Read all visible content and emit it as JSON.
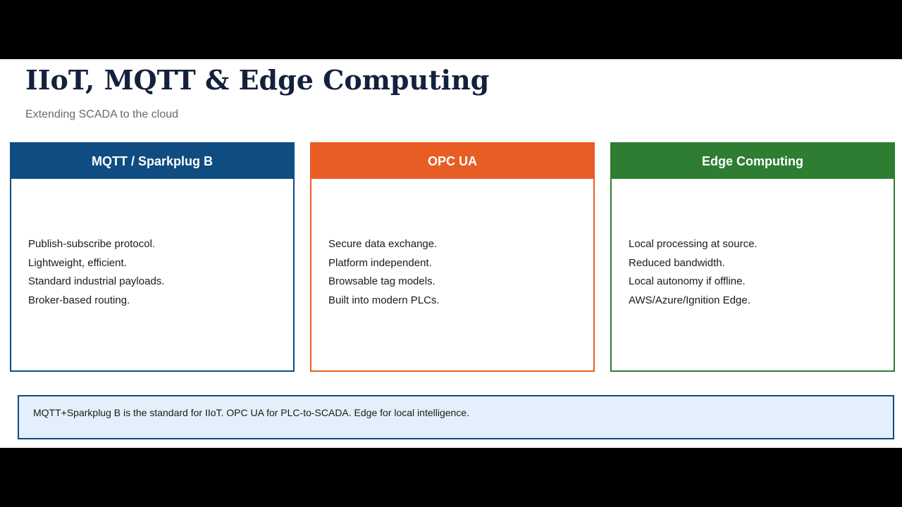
{
  "slide": {
    "title": "IIoT, MQTT & Edge Computing",
    "subtitle": "Extending SCADA to the cloud"
  },
  "cards": [
    {
      "title": "MQTT / Sparkplug B",
      "color": "#0f4c81",
      "items": [
        "Publish-subscribe protocol.",
        "Lightweight, efficient.",
        "Standard industrial payloads.",
        "Broker-based routing."
      ]
    },
    {
      "title": "OPC UA",
      "color": "#e85d24",
      "items": [
        "Secure data exchange.",
        "Platform independent.",
        "Browsable tag models.",
        "Built into modern PLCs."
      ]
    },
    {
      "title": "Edge Computing",
      "color": "#2e7d32",
      "items": [
        "Local processing at source.",
        "Reduced bandwidth.",
        "Local autonomy if offline.",
        "AWS/Azure/Ignition Edge."
      ]
    }
  ],
  "summary": {
    "text": "MQTT+Sparkplug B is the standard for IIoT. OPC UA for PLC-to-SCADA. Edge for local intelligence.",
    "border_color": "#0f4c81",
    "background": "#e3f0fb"
  }
}
